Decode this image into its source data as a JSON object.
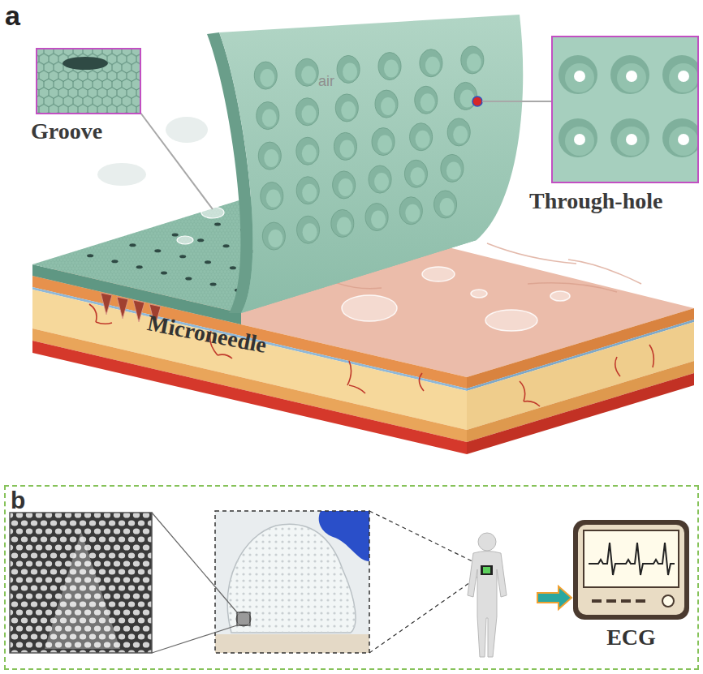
{
  "diagram": {
    "nodes": [
      {
        "text": [
          "b"
        ]
      },
      {
        "text": [
          "ECG"
        ],
        "in": 0
      }
    ],
    "labels": [
      "a",
      "Groove",
      "air",
      "Through-hole",
      "Microneedle"
    ]
  }
}
